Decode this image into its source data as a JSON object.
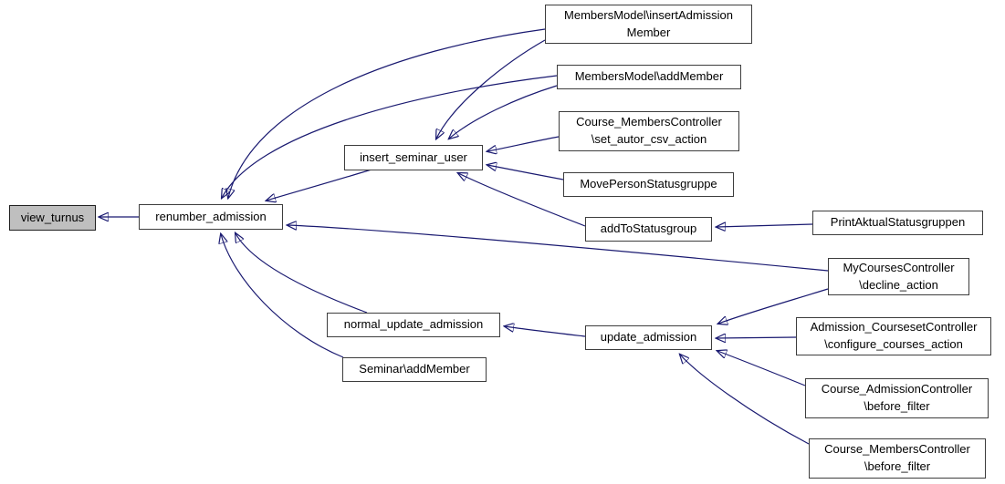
{
  "diagram": {
    "kind": "caller-graph",
    "accent_color": "#191970",
    "node_border_color": "#3d3d3d",
    "highlight_fill": "#bfbfbf",
    "nodes": [
      {
        "id": "view_turnus",
        "label": "view_turnus",
        "highlighted": true
      },
      {
        "id": "renumber_admission",
        "label": "renumber_admission",
        "highlighted": false
      },
      {
        "id": "insert_seminar_user",
        "label": "insert_seminar_user",
        "highlighted": false
      },
      {
        "id": "members_model_insert_admission_member",
        "label": "MembersModel\\insertAdmission\nMember",
        "highlighted": false
      },
      {
        "id": "members_model_add_member",
        "label": "MembersModel\\addMember",
        "highlighted": false
      },
      {
        "id": "course_members_set_autor_csv_action",
        "label": "Course_MembersController\n\\set_autor_csv_action",
        "highlighted": false
      },
      {
        "id": "move_person_statusgruppe",
        "label": "MovePersonStatusgruppe",
        "highlighted": false
      },
      {
        "id": "add_to_statusgroup",
        "label": "addToStatusgroup",
        "highlighted": false
      },
      {
        "id": "print_aktual_statusgruppen",
        "label": "PrintAktualStatusgruppen",
        "highlighted": false
      },
      {
        "id": "my_courses_decline_action",
        "label": "MyCoursesController\n\\decline_action",
        "highlighted": false
      },
      {
        "id": "normal_update_admission",
        "label": "normal_update_admission",
        "highlighted": false
      },
      {
        "id": "update_admission",
        "label": "update_admission",
        "highlighted": false
      },
      {
        "id": "admission_courseset_configure_courses_action",
        "label": "Admission_CoursesetController\n\\configure_courses_action",
        "highlighted": false
      },
      {
        "id": "seminar_add_member",
        "label": "Seminar\\addMember",
        "highlighted": false
      },
      {
        "id": "course_admission_before_filter",
        "label": "Course_AdmissionController\n\\before_filter",
        "highlighted": false
      },
      {
        "id": "course_members_before_filter",
        "label": "Course_MembersController\n\\before_filter",
        "highlighted": false
      }
    ],
    "edges": [
      {
        "from": "renumber_admission",
        "to": "view_turnus"
      },
      {
        "from": "insert_seminar_user",
        "to": "renumber_admission"
      },
      {
        "from": "members_model_insert_admission_member",
        "to": "renumber_admission"
      },
      {
        "from": "members_model_insert_admission_member",
        "to": "insert_seminar_user"
      },
      {
        "from": "members_model_add_member",
        "to": "renumber_admission"
      },
      {
        "from": "members_model_add_member",
        "to": "insert_seminar_user"
      },
      {
        "from": "course_members_set_autor_csv_action",
        "to": "insert_seminar_user"
      },
      {
        "from": "move_person_statusgruppe",
        "to": "insert_seminar_user"
      },
      {
        "from": "add_to_statusgroup",
        "to": "insert_seminar_user"
      },
      {
        "from": "print_aktual_statusgruppen",
        "to": "add_to_statusgroup"
      },
      {
        "from": "my_courses_decline_action",
        "to": "renumber_admission"
      },
      {
        "from": "my_courses_decline_action",
        "to": "update_admission"
      },
      {
        "from": "update_admission",
        "to": "normal_update_admission"
      },
      {
        "from": "normal_update_admission",
        "to": "renumber_admission"
      },
      {
        "from": "seminar_add_member",
        "to": "renumber_admission"
      },
      {
        "from": "admission_courseset_configure_courses_action",
        "to": "update_admission"
      },
      {
        "from": "course_admission_before_filter",
        "to": "update_admission"
      },
      {
        "from": "course_members_before_filter",
        "to": "update_admission"
      }
    ]
  }
}
